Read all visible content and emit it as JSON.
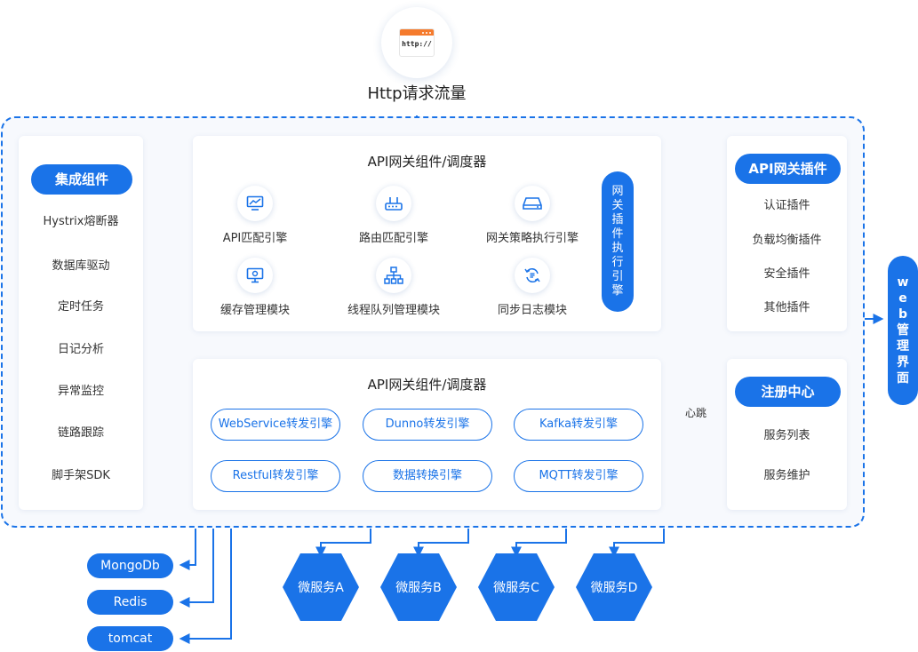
{
  "http": {
    "icon_text": "http://",
    "title": "Http请求流量"
  },
  "integration": {
    "title": "集成组件",
    "items": [
      "Hystrix熔断器",
      "数据库驱动",
      "定时任务",
      "日记分析",
      "异常监控",
      "链路跟踪",
      "脚手架SDK"
    ]
  },
  "core_top": {
    "title": "API网关组件/调度器",
    "modules": [
      "API匹配引擎",
      "路由匹配引擎",
      "网关策略执行引擎",
      "缓存管理模块",
      "线程队列管理模块",
      "同步日志模块"
    ],
    "side_label": [
      "网",
      "关",
      "插",
      "件",
      "执",
      "行",
      "引",
      "擎"
    ]
  },
  "core_bottom": {
    "title": "API网关组件/调度器",
    "engines": [
      "WebService转发引擎",
      "Dunno转发引擎",
      "Kafka转发引擎",
      "Restful转发引擎",
      "数据转换引擎",
      "MQTT转发引擎"
    ]
  },
  "plugins": {
    "title": "API网关插件",
    "items": [
      "认证插件",
      "负载均衡插件",
      "安全插件",
      "其他插件"
    ]
  },
  "registry": {
    "title": "注册中心",
    "items": [
      "服务列表",
      "服务维护"
    ],
    "heartbeat": "心跳"
  },
  "web_admin": [
    "w",
    "e",
    "b",
    "管",
    "理",
    "界",
    "面"
  ],
  "storage": [
    "MongoDb",
    "Redis",
    "tomcat"
  ],
  "microservices": [
    "微服务A",
    "微服务B",
    "微服务C",
    "微服务D"
  ],
  "colors": {
    "primary": "#1a73e8",
    "accent": "#f57b2d",
    "panel_bg": "#f7f9fd"
  }
}
